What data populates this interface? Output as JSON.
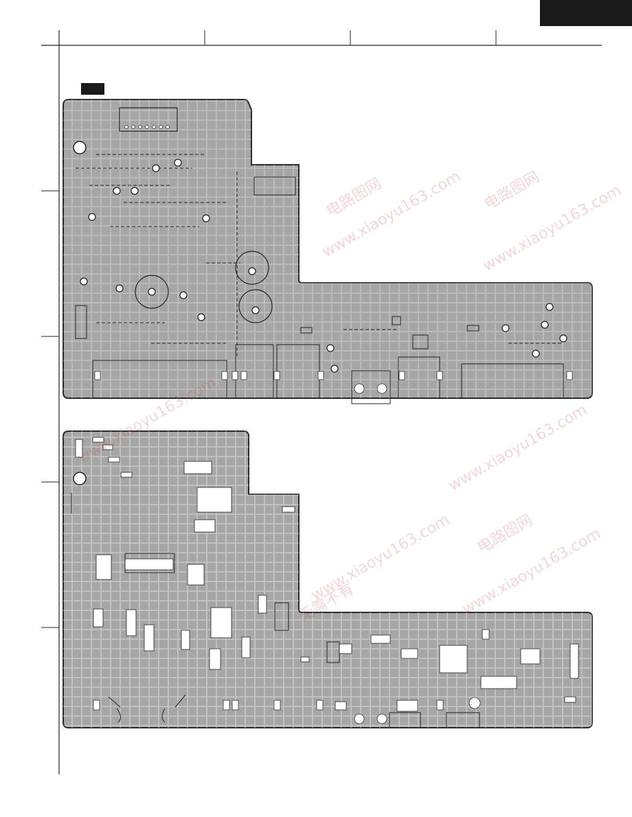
{
  "page": {
    "header_tab_text": "",
    "pcb_tag_text": ""
  },
  "boards": [
    {
      "id": "top",
      "side": "component"
    },
    {
      "id": "bottom",
      "side": "foil"
    }
  ],
  "colors": {
    "board_fill": "#a6a6a6",
    "trace": "#f2f2f2",
    "outline": "#2a2a2a",
    "pad": "#ffffff",
    "watermark": "rgba(200,70,70,0.22)"
  },
  "watermarks": [
    "无需不有",
    "www.xiaoyu163.com",
    "电路图网"
  ]
}
